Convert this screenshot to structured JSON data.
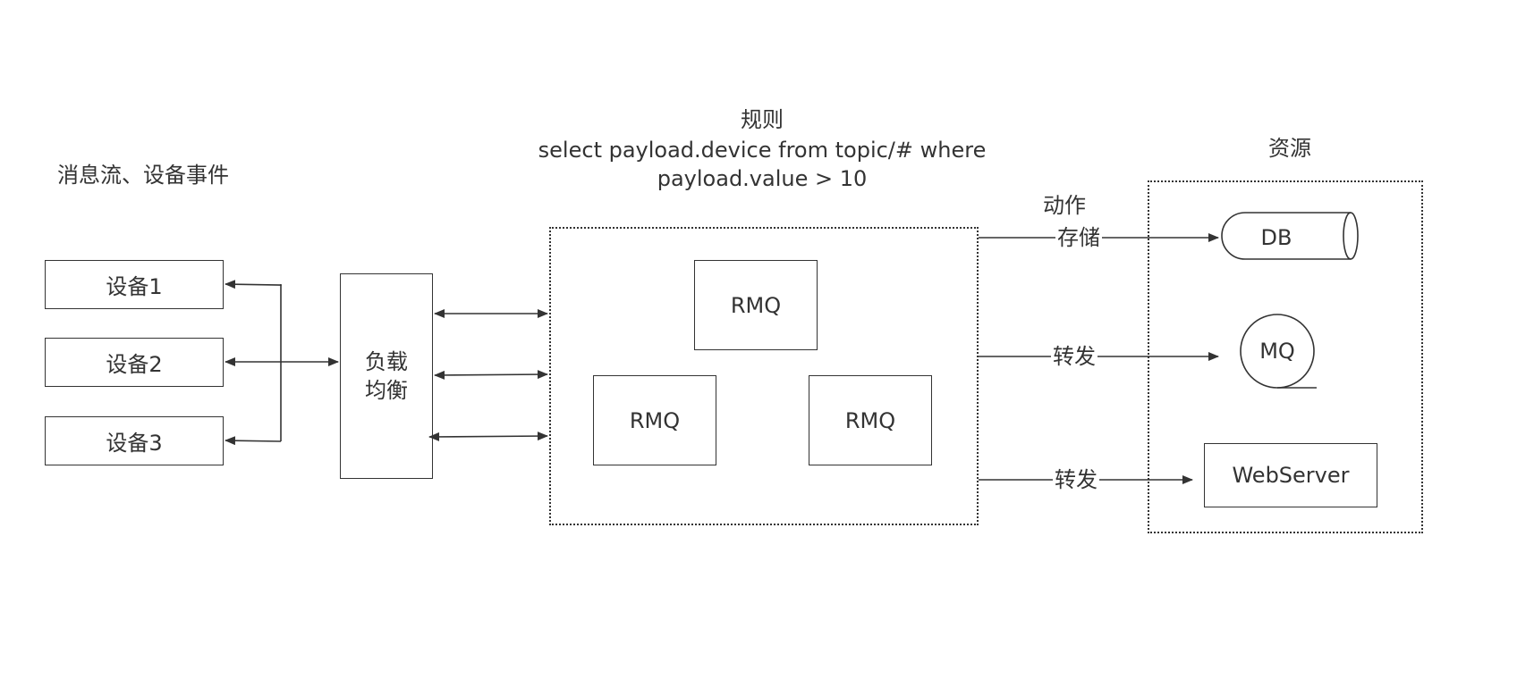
{
  "section_labels": {
    "message_stream": "消息流、设备事件",
    "rule_title": "规则",
    "rule_sql_line1": "select payload.device from topic/# where",
    "rule_sql_line2": "payload.value > 10",
    "resources": "资源",
    "action": "动作"
  },
  "devices": [
    {
      "label": "设备1"
    },
    {
      "label": "设备2"
    },
    {
      "label": "设备3"
    }
  ],
  "load_balancer": {
    "line1": "负载",
    "line2": "均衡"
  },
  "cluster_nodes": [
    {
      "label": "RMQ"
    },
    {
      "label": "RMQ"
    },
    {
      "label": "RMQ"
    }
  ],
  "edges": {
    "store": "存储",
    "forward_mq": "转发",
    "forward_web": "转发"
  },
  "resource_nodes": {
    "db": "DB",
    "mq": "MQ",
    "webserver": "WebServer"
  },
  "colors": {
    "stroke": "#333333",
    "background": "#ffffff"
  }
}
